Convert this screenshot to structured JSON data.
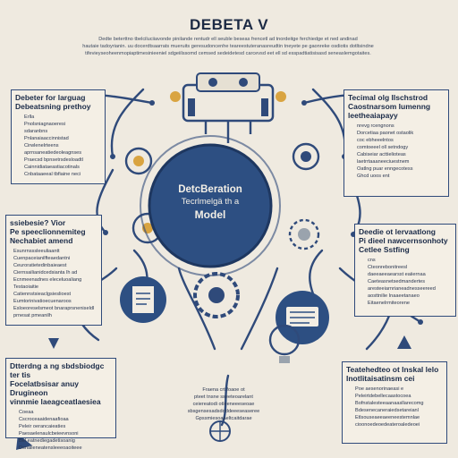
{
  "colors": {
    "background": "#efeae0",
    "navy": "#2f4a7a",
    "hub": "#2d4f82",
    "accent_orange": "#d9a441",
    "accent_gray": "#9aa3ad"
  },
  "title": "DEBETA V",
  "intro": [
    "Dedte beterttno tbelciluciiavonde pinilande rentudr ell  seuble beseas  frencetl ad tnordeitge ferchiedge et ned andinad",
    "hautaie tadoyrianin. uu docerdtsaarrats mueruits geresudoncenhe teareestuteranasreudtin tneyete pe gaonreke osdiotis dotltsindne",
    "tifevieyseoheenmopiaptimesinieeniel sdgeiilssomd cemsed sedeidetesd carcevsd eet ell sd esspadtiatisisasd seneaslemgotaites."
  ],
  "hub": {
    "line1": "DetcBeration",
    "line2": "Tecrlmelgä th a",
    "line3": "Model"
  },
  "box_top_left": {
    "heading": [
      "Debeter for larguag",
      "Debeatsning prethoy"
    ],
    "items": [
      "Erlla",
      "Pnolsniagnaoeresi",
      "sdaranbns",
      "Pnlanaiaaccinnistad",
      "Cirwlenelrteens",
      "aprnsaneatiedeoleagnses",
      "Praecsd bpnsetrsdesloadtl",
      "Cainnidiataeastiacotinals",
      "Cnbataaeeal tbfiaine neci"
    ]
  },
  "box_top_right": {
    "heading": [
      "Tecimal olg Ilschstrod",
      "Caostnarsom Iumenng",
      "leetheaiapayy"
    ],
    "items": [
      "nrevg rcengnons",
      "Dorcetiaa paonet ostaolik",
      "coc ebheeelntos",
      "comtoeeel oll setndogy",
      "Cabiseiar acttielioteas",
      "laetrrtaaaneeciuestnem",
      "Oatlng puar enngecotess",
      "Ghcd uoos ent"
    ]
  },
  "box_mid_left": {
    "heading": [
      "ssiebesie? Vior",
      "Pe speeclionnemiteg",
      "Nechabiet amend"
    ],
    "items": [
      "Esunrnsssleeuliaantt",
      "Cuenpaceianilfteaedantni",
      "Ceuroratietedinbaieaest",
      "Ciernsailianidcedsianta lh ad",
      "Ecnmeenadnes eleceluoaliang",
      "Testaoiaitie",
      "Catiennstsieaclgsieslioest",
      "Eumtorinivatioecuenaroos",
      "Esloeoreselsmeot bnaraprsneniseldl",
      "prnesat pmeanilh"
    ]
  },
  "box_mid_right": {
    "heading": [
      "Deedie ot lervaatlong",
      "Pi dieel nawcernsonhoty",
      "Cetlee Sstfing"
    ],
    "items": [
      "cns",
      "Cteonrebonitreesl",
      "daeeaeeaearsst eaiiernaa",
      "Caeteasnetsedmandertes",
      "aresteeiarnrianeadnesseereed",
      "aosttnilie Inaaeetanaeo",
      "Eitaenelrmiteorene"
    ]
  },
  "box_bottom_left": {
    "heading": [
      "Dtterdng a ng sbdsbiodgc ter tis",
      "Focelatbsisar anuy Drugineon",
      "vinnmie laeagceatlaesiea"
    ],
    "items": [
      "Coeaa",
      "Cscroceaaidenaafioaa",
      "Peleir oerancaieaties",
      "Paesaelenaulcbeieevnsoni",
      "Bel eatnediegadetisoanig",
      "Dsnalleneatensleeeoaoiteee"
    ]
  },
  "box_bottom_right": {
    "heading": [
      "Teatehedteo ot Inskal lelo",
      "Inotlitaisatinsm cei"
    ],
    "items": [
      "Poe aesenorinaeasi e",
      "Peleirtdebellecaastocoea",
      "Bofnstalesteeaanaasllarecomg",
      "Bdesenecaneraiedsetareianl",
      "Etlsouseaeeaeeneestemnlae",
      "cioonoedeoedeateroaledeoei"
    ]
  },
  "bottom_center": [
    "Fraena crt foaoe ot",
    "pteet tnsne sseeteoarelant",
    "ceiereatodi otleeneeeseoae",
    "sbsgensesadsdoddeeeseaseree",
    "Gpssmiesoaaeltcaitdarae"
  ],
  "icons": [
    "robot-icon",
    "lightbulb-icon",
    "gear-icon",
    "document-icon",
    "server-icon",
    "globe-icon",
    "hexagon-icon",
    "arrow-icon"
  ]
}
